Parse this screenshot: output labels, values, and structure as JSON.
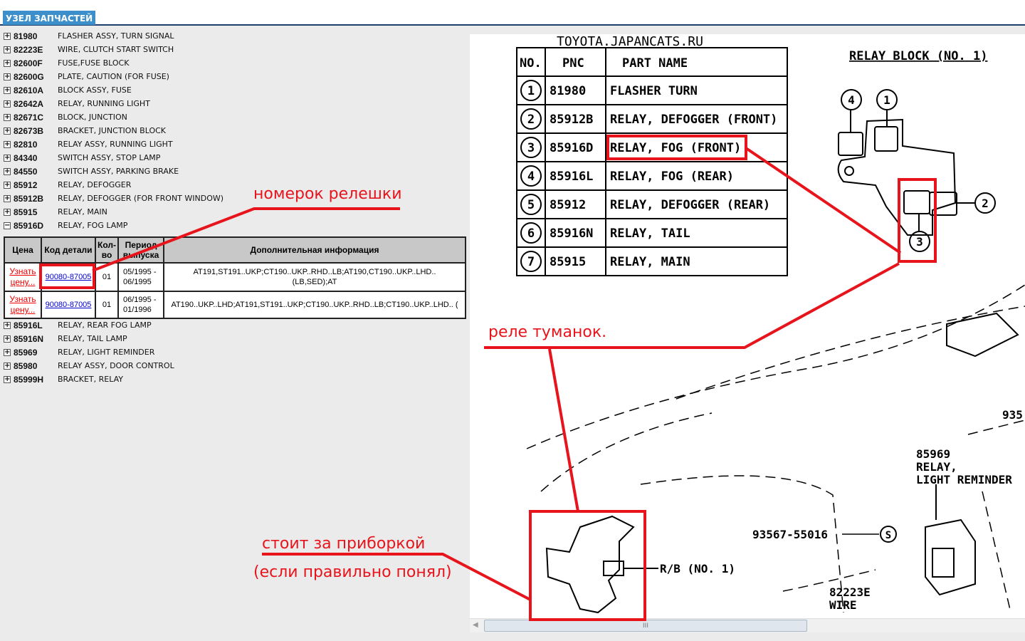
{
  "header": {
    "tab_label": "УЗЕЛ ЗАПЧАСТЕЙ"
  },
  "parts_before": [
    {
      "pnc": "81980",
      "name": "FLASHER ASSY, TURN SIGNAL"
    },
    {
      "pnc": "82223E",
      "name": "WIRE, CLUTCH START SWITCH"
    },
    {
      "pnc": "82600F",
      "name": "FUSE,FUSE BLOCK"
    },
    {
      "pnc": "82600G",
      "name": "PLATE, CAUTION (FOR FUSE)"
    },
    {
      "pnc": "82610A",
      "name": "BLOCK ASSY, FUSE"
    },
    {
      "pnc": "82642A",
      "name": "RELAY, RUNNING LIGHT"
    },
    {
      "pnc": "82671C",
      "name": "BLOCK, JUNCTION"
    },
    {
      "pnc": "82673B",
      "name": "BRACKET, JUNCTION BLOCK"
    },
    {
      "pnc": "82810",
      "name": "RELAY ASSY, RUNNING LIGHT"
    },
    {
      "pnc": "84340",
      "name": "SWITCH ASSY, STOP LAMP"
    },
    {
      "pnc": "84550",
      "name": "SWITCH ASSY, PARKING BRAKE"
    },
    {
      "pnc": "85912",
      "name": "RELAY, DEFOGGER"
    },
    {
      "pnc": "85912B",
      "name": "RELAY, DEFOGGER (FOR FRONT WINDOW)"
    },
    {
      "pnc": "85915",
      "name": "RELAY, MAIN"
    },
    {
      "pnc": "85916D",
      "name": "RELAY, FOG LAMP",
      "expanded": true
    }
  ],
  "detail_table": {
    "headers": [
      "Цена",
      "Код детали",
      "Кол-во",
      "Период выпуска",
      "Дополнительная информация"
    ],
    "rows": [
      {
        "price": "Узнать цену...",
        "code": "90080-87005",
        "qty": "01",
        "period": "05/1995 - 06/1995",
        "info": "AT191,ST191..UKP;CT190..UKP..RHD..LB;AT190,CT190..UKP..LHD.. (LB,SED);AT"
      },
      {
        "price": "Узнать цену...",
        "code": "90080-87005",
        "qty": "01",
        "period": "06/1995 - 01/1996",
        "info": "AT190..UKP..LHD;AT191,ST191..UKP;CT190..UKP..RHD..LB;CT190..UKP..LHD.. ("
      }
    ]
  },
  "parts_after": [
    {
      "pnc": "85916L",
      "name": "RELAY, REAR FOG LAMP"
    },
    {
      "pnc": "85916N",
      "name": "RELAY, TAIL LAMP"
    },
    {
      "pnc": "85969",
      "name": "RELAY, LIGHT REMINDER"
    },
    {
      "pnc": "85980",
      "name": "RELAY ASSY, DOOR CONTROL"
    },
    {
      "pnc": "85999H",
      "name": "BRACKET, RELAY"
    }
  ],
  "diagram": {
    "watermark": "TOYOTA.JAPANCATS.RU",
    "headers": [
      "NO.",
      "PNC",
      "PART NAME"
    ],
    "rows": [
      {
        "no": "1",
        "pnc": "81980",
        "name": "FLASHER TURN"
      },
      {
        "no": "2",
        "pnc": "85912B",
        "name": "RELAY, DEFOGGER (FRONT)"
      },
      {
        "no": "3",
        "pnc": "85916D",
        "name": "RELAY, FOG (FRONT)"
      },
      {
        "no": "4",
        "pnc": "85916L",
        "name": "RELAY, FOG (REAR)"
      },
      {
        "no": "5",
        "pnc": "85912",
        "name": "RELAY, DEFOGGER (REAR)"
      },
      {
        "no": "6",
        "pnc": "85916N",
        "name": "RELAY, TAIL"
      },
      {
        "no": "7",
        "pnc": "85915",
        "name": "RELAY, MAIN"
      }
    ],
    "relay_block_title": "RELAY BLOCK (NO. 1)",
    "callouts": [
      "4",
      "1",
      "2",
      "3"
    ],
    "labels": {
      "partial": "935",
      "reminder_pnc": "85969",
      "reminder_1": "RELAY,",
      "reminder_2": "LIGHT REMINDER",
      "bolt": "93567-55016",
      "bolt_mark": "S",
      "rb": "R/B (NO. 1)",
      "wire_pnc": "82223E",
      "wire": "WIRE"
    }
  },
  "scrollbar": {
    "grip": "III"
  },
  "annotations": {
    "relay_number": "номерок релешки",
    "fog_relay": "реле туманок.",
    "location": "стоит за приборкой",
    "note": "(если правильно понял)",
    "color": "#e8141c"
  }
}
